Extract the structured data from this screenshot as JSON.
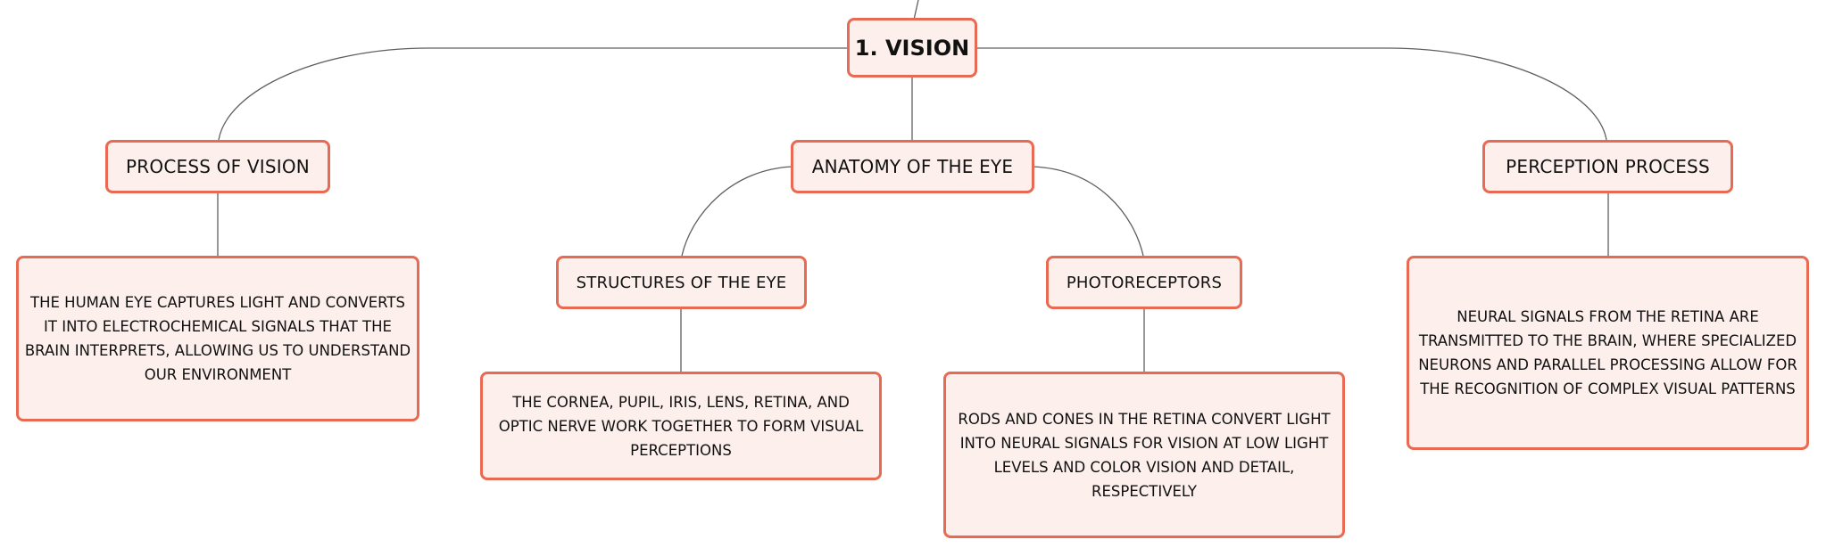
{
  "diagram": {
    "root": {
      "label": "1. VISION"
    },
    "topics": {
      "process": {
        "label": "PROCESS OF VISION",
        "description": "THE HUMAN EYE CAPTURES LIGHT AND CONVERTS IT INTO ELECTROCHEMICAL SIGNALS THAT THE BRAIN INTERPRETS, ALLOWING US TO UNDERSTAND OUR ENVIRONMENT"
      },
      "anatomy": {
        "label": "ANATOMY OF THE EYE",
        "structures": {
          "label": "STRUCTURES OF THE EYE",
          "description": "THE CORNEA, PUPIL, IRIS, LENS, RETINA, AND OPTIC NERVE WORK TOGETHER TO FORM VISUAL PERCEPTIONS"
        },
        "photoreceptors": {
          "label": "PHOTORECEPTORS",
          "description": "RODS AND CONES IN THE RETINA CONVERT LIGHT INTO NEURAL SIGNALS FOR VISION AT LOW LIGHT LEVELS AND COLOR VISION AND DETAIL, RESPECTIVELY"
        }
      },
      "perception": {
        "label": "PERCEPTION PROCESS",
        "description": "NEURAL SIGNALS FROM THE RETINA ARE TRANSMITTED TO THE BRAIN, WHERE SPECIALIZED NEURONS AND PARALLEL PROCESSING ALLOW FOR THE RECOGNITION OF COMPLEX VISUAL PATTERNS"
      }
    }
  },
  "colors": {
    "node_border": "#e86a52",
    "node_fill": "#fdf0ec",
    "connector": "#5f5f5f"
  }
}
